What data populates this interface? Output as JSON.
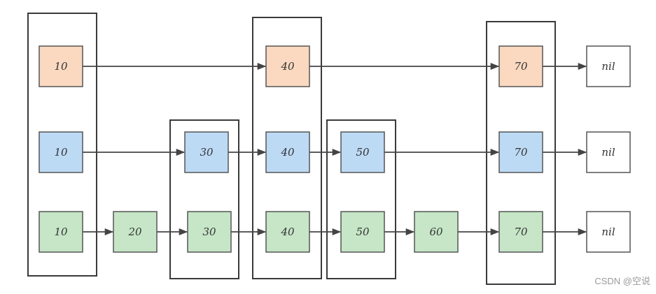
{
  "colors": {
    "level3": "#fad9c0",
    "level2": "#bddaf5",
    "level1": "#c6e6c7",
    "nil": "#ffffff",
    "stroke": "#555555"
  },
  "levels": [
    {
      "name": "level-3",
      "color_key": "level3",
      "nodes": [
        "10",
        "40",
        "70"
      ]
    },
    {
      "name": "level-2",
      "color_key": "level2",
      "nodes": [
        "10",
        "30",
        "40",
        "50",
        "70"
      ]
    },
    {
      "name": "level-1",
      "color_key": "level1",
      "nodes": [
        "10",
        "20",
        "30",
        "40",
        "50",
        "60",
        "70"
      ]
    }
  ],
  "nil_label": "nil",
  "tower_groups": [
    "10",
    "30",
    "40",
    "50",
    "70"
  ],
  "watermark": "CSDN @空说"
}
